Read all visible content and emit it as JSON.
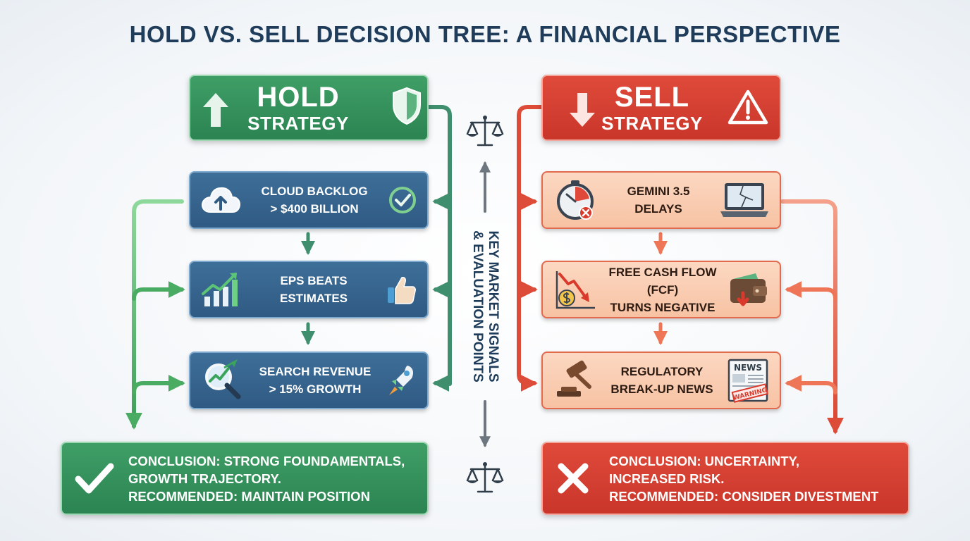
{
  "title": "HOLD VS. SELL DECISION TREE: A FINANCIAL PERSPECTIVE",
  "center": {
    "line1": "KEY MARKET SIGNALS",
    "line2": "& EVALUATION POINTS"
  },
  "hold": {
    "heading": "HOLD",
    "subheading": "STRATEGY",
    "icon": "shield-icon",
    "signals": [
      {
        "line1": "CLOUD BACKLOG",
        "line2": "> $400 BILLION",
        "left_icon": "cloud-upload-icon",
        "right_icon": "check-circle-icon"
      },
      {
        "line1": "EPS BEATS",
        "line2": "ESTIMATES",
        "left_icon": "growth-chart-icon",
        "right_icon": "thumbs-up-icon"
      },
      {
        "line1": "SEARCH REVENUE",
        "line2": "> 15% GROWTH",
        "left_icon": "magnifier-growth-icon",
        "right_icon": "rocket-icon"
      }
    ],
    "conclusion": {
      "line1": "CONCLUSION: STRONG FOUNDAMENTALS,",
      "line2": "GROWTH TRAJECTORY.",
      "line3": "RECOMMENDED: MAINTAIN POSITION"
    }
  },
  "sell": {
    "heading": "SELL",
    "subheading": "STRATEGY",
    "icon": "warning-icon",
    "signals": [
      {
        "line1": "GEMINI 3.5",
        "line2": "DELAYS",
        "left_icon": "stopwatch-icon",
        "right_icon": "broken-laptop-icon"
      },
      {
        "line1": "FREE CASH FLOW (FCF)",
        "line2": "TURNS NEGATIVE",
        "left_icon": "declining-dollar-icon",
        "right_icon": "wallet-icon"
      },
      {
        "line1": "REGULATORY",
        "line2": "BREAK-UP NEWS",
        "left_icon": "gavel-icon",
        "right_icon": "newspaper-icon"
      }
    ],
    "newspaper_masthead": "NEWS",
    "newspaper_stamp": "WARNING",
    "conclusion": {
      "line1": "CONCLUSION: UNCERTAINTY,",
      "line2": "INCREASED RISK.",
      "line3": "RECOMMENDED: CONSIDER DIVESTMENT"
    }
  },
  "colors": {
    "hold_green": "#2f8a55",
    "hold_blue": "#356491",
    "sell_red": "#d33f31",
    "sell_peach": "#f9cdb2",
    "title_navy": "#1f3d5a"
  }
}
